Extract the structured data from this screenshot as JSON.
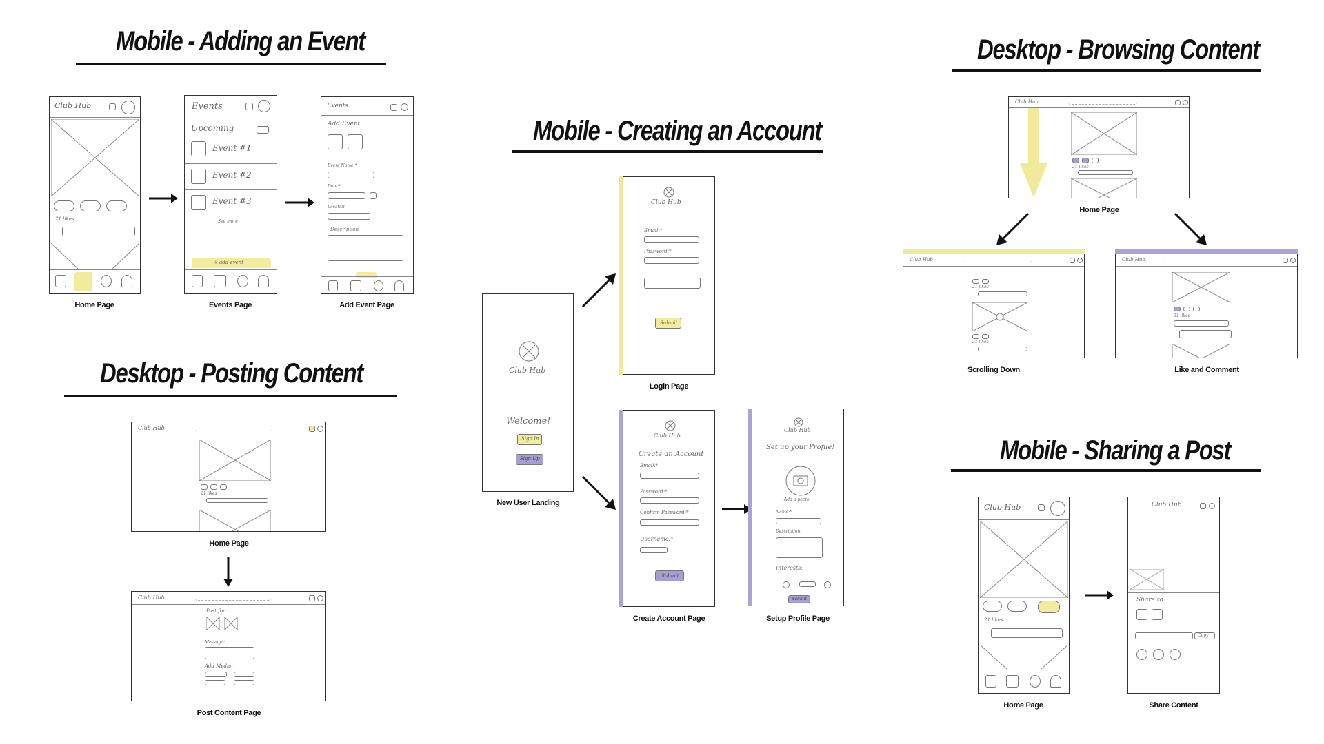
{
  "sections": {
    "adding_event": "Mobile - Adding an Event",
    "posting_content": "Desktop - Posting Content",
    "creating_account": "Mobile - Creating an Account",
    "browsing_content": "Desktop - Browsing Content",
    "sharing_post": "Mobile - Sharing a Post"
  },
  "captions": {
    "home_page": "Home Page",
    "events_page": "Events Page",
    "add_event_page": "Add Event Page",
    "new_user_landing": "New User Landing",
    "login_page": "Login Page",
    "create_account_page": "Create Account Page",
    "setup_profile_page": "Setup Profile Page",
    "scrolling_down": "Scrolling Down",
    "like_and_comment": "Like and Comment",
    "share_content": "Share Content",
    "post_content_page": "Post Content Page"
  },
  "sketch": {
    "club_hub": "Club Hub",
    "events": "Events",
    "upcoming": "Upcoming",
    "event1": "Event #1",
    "event2": "Event #2",
    "event3": "Event #3",
    "see_more": "See more",
    "add_event_btn": "+ add event",
    "add_event": "Add Event",
    "event_name": "Event Name:*",
    "date": "Date:*",
    "location": "Location",
    "description": "Description",
    "likes": "21 likes",
    "welcome": "Welcome!",
    "sign_in": "Sign In",
    "sign_up": "Sign Up",
    "email": "Email:*",
    "password": "Password:*",
    "submit": "Submit",
    "create_account": "Create an Account",
    "confirm_password": "Confirm Password:*",
    "username": "Username:*",
    "setup_profile": "Set up your Profile!",
    "add_photo": "Add a photo",
    "name": "Name:*",
    "description_field": "Description:",
    "interests": "Interests:",
    "post_for": "Post for:",
    "message": "Message:",
    "add_media": "Add Media:",
    "share_to": "Share to:",
    "copy": "Copy"
  }
}
